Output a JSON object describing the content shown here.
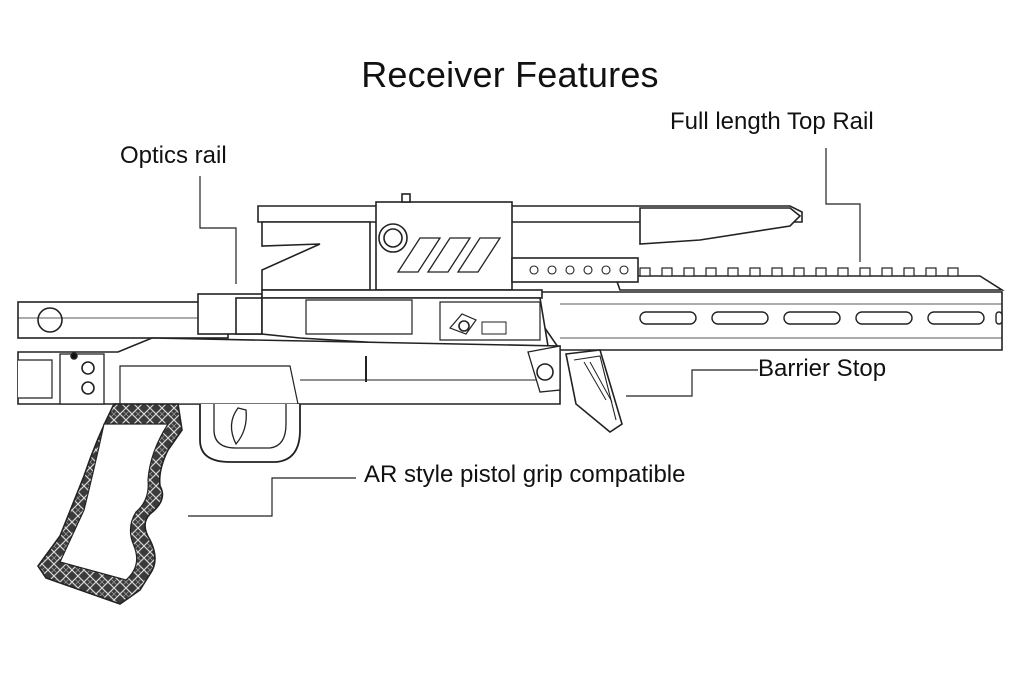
{
  "title": "Receiver Features",
  "callouts": {
    "top_rail": "Full length Top Rail",
    "optics_rail": "Optics rail",
    "barrier_stop": "Barrier Stop",
    "pistol_grip": "AR style pistol grip compatible"
  }
}
